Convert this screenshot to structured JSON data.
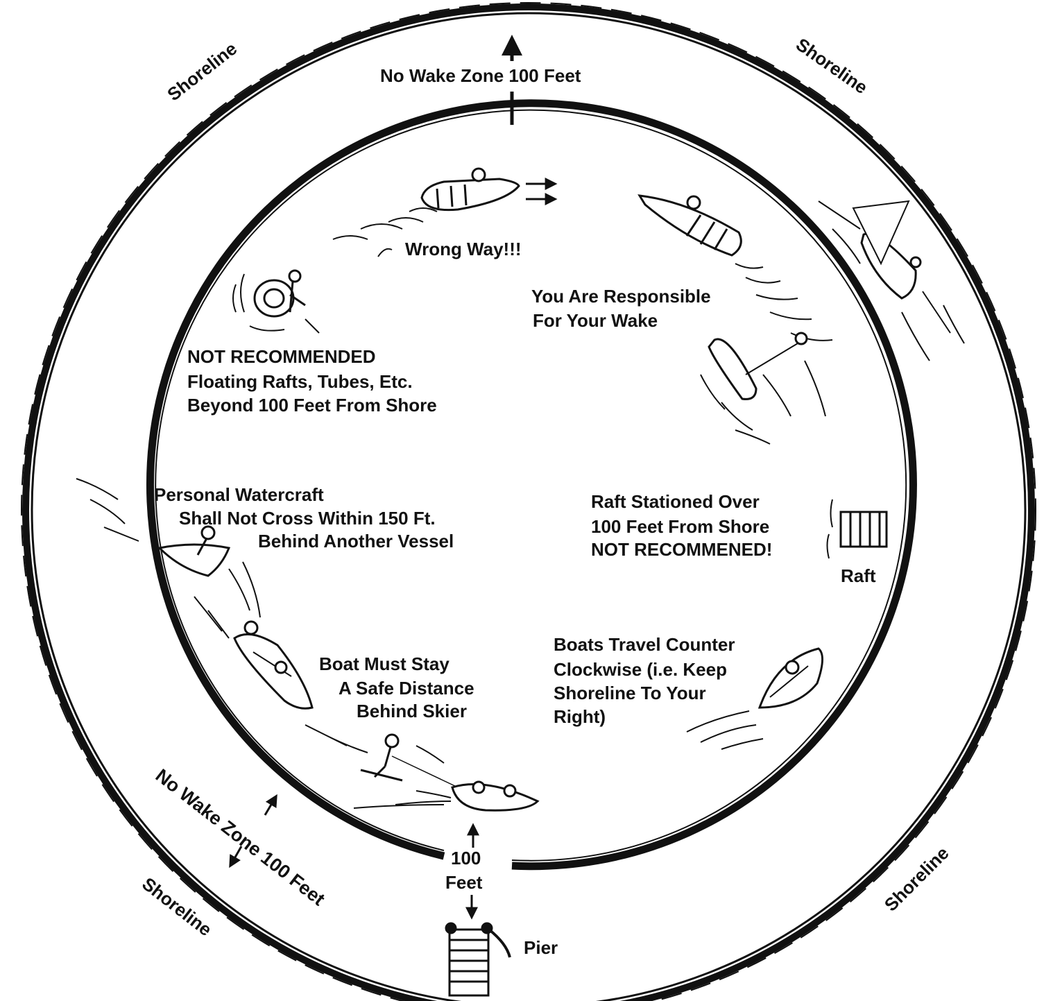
{
  "colors": {
    "ink": "#111111",
    "paper": "#ffffff",
    "faint": "#d9d9d9"
  },
  "labels": {
    "shoreline_tl": "Shoreline",
    "shoreline_tr": "Shoreline",
    "shoreline_bl": "Shoreline",
    "shoreline_br": "Shoreline",
    "no_wake_top": "No Wake Zone 100 Feet",
    "no_wake_bottom": "No Wake Zone 100 Feet",
    "wrong_way": "Wrong Way!!!",
    "wake_line1": "You Are Responsible",
    "wake_line2": "For Your Wake",
    "rafts_line1": "NOT RECOMMENDED",
    "rafts_line2": "Floating Rafts, Tubes, Etc.",
    "rafts_line3": "Beyond 100 Feet From Shore",
    "pwc_line1": "Personal Watercraft",
    "pwc_line2": "Shall Not Cross Within 150 Ft.",
    "pwc_line3": "Behind Another Vessel",
    "raft_line1": "Raft Stationed Over",
    "raft_line2": "100 Feet From Shore",
    "raft_line3": "NOT RECOMMENED!",
    "raft": "Raft",
    "skier_line1": "Boat Must Stay",
    "skier_line2": "A Safe Distance",
    "skier_line3": "Behind Skier",
    "ccw_line1": "Boats Travel Counter",
    "ccw_line2": "Clockwise (i.e. Keep",
    "ccw_line3": "Shoreline To Your",
    "ccw_line4": "Right)",
    "hundred": "100",
    "feet": "Feet",
    "pier": "Pier"
  },
  "icons": [
    "motorboat-wrong-way-icon",
    "motorboat-icon",
    "sailboat-icon",
    "tube-swimmer-icon",
    "personal-watercraft-icon",
    "ski-boat-icon",
    "water-skier-icon",
    "raft-icon",
    "pier-icon",
    "arrow-icon"
  ]
}
